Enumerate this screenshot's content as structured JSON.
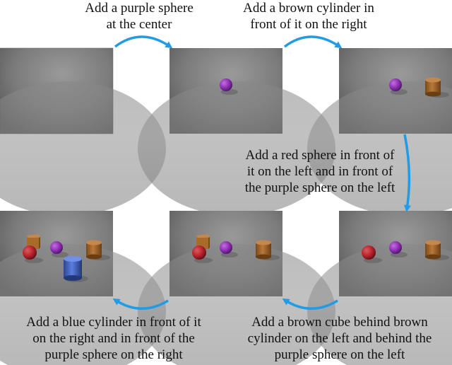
{
  "captions": {
    "step1": "Add a purple sphere\nat the center",
    "step2": "Add a brown cylinder in\nfront of it on the right",
    "step3": "Add a red sphere in front of\nit on the left and in front of\nthe purple sphere on the left",
    "step4": "Add a brown cube behind brown\ncylinder on the left and behind the\npurple sphere on the left",
    "step5": "Add a blue cylinder in front of it\non the right and in front of the\npurple sphere on the right"
  },
  "scenes": [
    {
      "objects": []
    },
    {
      "objects": [
        "purple sphere"
      ]
    },
    {
      "objects": [
        "purple sphere",
        "brown cylinder"
      ]
    },
    {
      "objects": [
        "purple sphere",
        "brown cylinder",
        "red sphere"
      ]
    },
    {
      "objects": [
        "purple sphere",
        "brown cylinder",
        "red sphere",
        "brown cube"
      ]
    },
    {
      "objects": [
        "purple sphere",
        "brown cylinder",
        "red sphere",
        "brown cube",
        "blue cylinder"
      ]
    }
  ],
  "colors": {
    "arrow": "#1f9be8",
    "purple": "#8a2bb0",
    "brown": "#a86b2a",
    "red": "#b3202a",
    "blue": "#3f61c4"
  }
}
